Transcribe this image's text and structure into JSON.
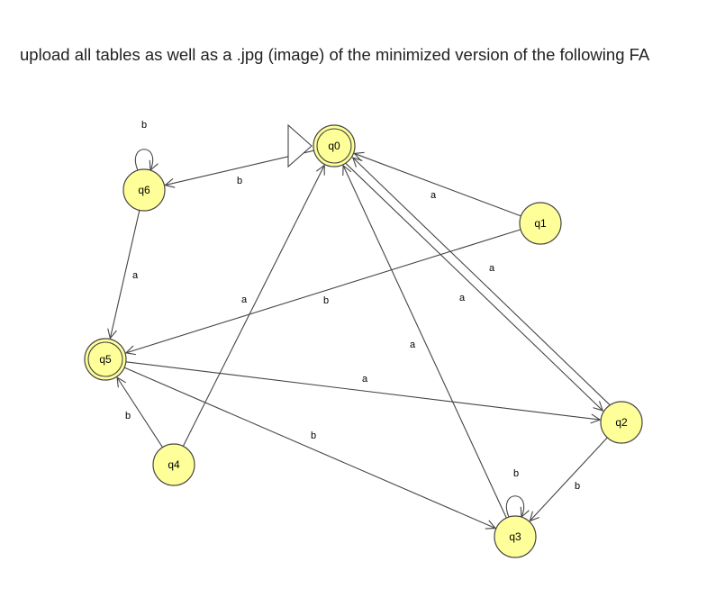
{
  "question": "upload  all tables as well as a .jpg (image) of the minimized version of the following FA",
  "automaton": {
    "start_state": "q0",
    "states": [
      {
        "id": "q0",
        "accepting": true
      },
      {
        "id": "q1",
        "accepting": false
      },
      {
        "id": "q2",
        "accepting": false
      },
      {
        "id": "q3",
        "accepting": false
      },
      {
        "id": "q4",
        "accepting": false
      },
      {
        "id": "q5",
        "accepting": true
      },
      {
        "id": "q6",
        "accepting": false
      }
    ],
    "transitions": [
      {
        "from": "q0",
        "to": "q6",
        "symbol": "b"
      },
      {
        "from": "q0",
        "to": "q2",
        "symbol": "a"
      },
      {
        "from": "q1",
        "to": "q0",
        "symbol": "a"
      },
      {
        "from": "q1",
        "to": "q5",
        "symbol": "b"
      },
      {
        "from": "q2",
        "to": "q0",
        "symbol": "a"
      },
      {
        "from": "q2",
        "to": "q3",
        "symbol": "b"
      },
      {
        "from": "q3",
        "to": "q0",
        "symbol": "a"
      },
      {
        "from": "q3",
        "to": "q3",
        "symbol": "b"
      },
      {
        "from": "q4",
        "to": "q0",
        "symbol": "a"
      },
      {
        "from": "q4",
        "to": "q5",
        "symbol": "b"
      },
      {
        "from": "q5",
        "to": "q2",
        "symbol": "a"
      },
      {
        "from": "q5",
        "to": "q3",
        "symbol": "b"
      },
      {
        "from": "q6",
        "to": "q5",
        "symbol": "a"
      },
      {
        "from": "q6",
        "to": "q6",
        "symbol": "b"
      }
    ]
  },
  "colors": {
    "state_fill": "#ffff99",
    "state_stroke": "#444444",
    "edge": "#444444"
  }
}
